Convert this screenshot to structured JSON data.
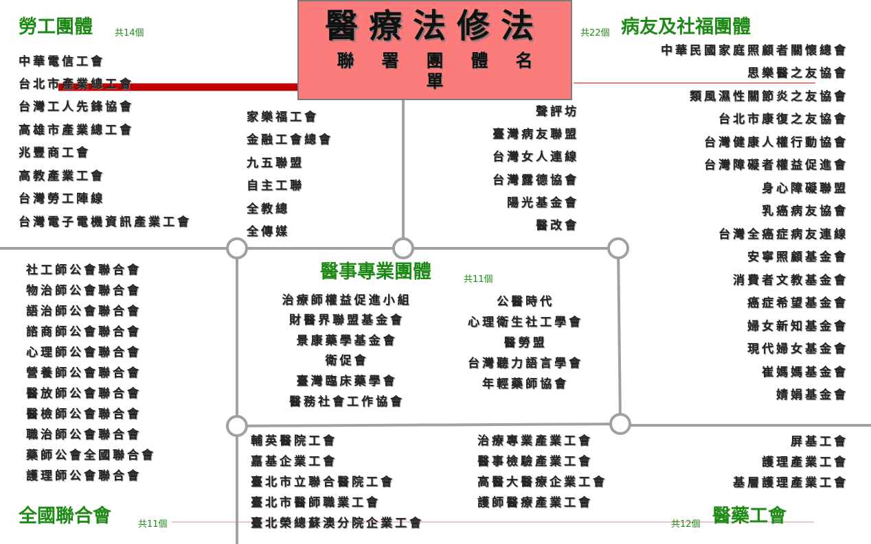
{
  "banner": {
    "title": "醫療法修法",
    "subtitle": "聯署團體名單"
  },
  "labor": {
    "title": "勞工團體",
    "count": "共14個",
    "col1": [
      "中華電信工會",
      "台北市產業總工會",
      "台灣工人先鋒協會",
      "高雄市產業總工會",
      "兆豐商工會",
      "高教產業工會",
      "台灣勞工陣線",
      "台灣電子電機資訊產業工會"
    ],
    "col2": [
      "家樂福工會",
      "金融工會總會",
      "九五聯盟",
      "自主工聯",
      "全教總",
      "全傳媒"
    ]
  },
  "patient": {
    "title": "病友及社福團體",
    "count": "共22個",
    "col1": [
      "聲評坊",
      "臺灣病友聯盟",
      "台灣女人連線",
      "台灣露德協會",
      "陽光基金會",
      "醫改會"
    ],
    "col2": [
      "中華民國家庭照顧者關懷總會",
      "思樂醫之友協會",
      "類風濕性關節炎之友協會",
      "台北市康復之友協會",
      "台灣健康人權行動協會",
      "台灣障礙者權益促進會",
      "身心障礙聯盟",
      "乳癌病友協會",
      "台灣全癌症病友連線",
      "安寧照顧基金會",
      "消費者文教基金會",
      "癌症希望基金會",
      "婦女新知基金會",
      "現代婦女基金會",
      "崔媽媽基金會",
      "婧娟基金會"
    ]
  },
  "medical": {
    "title": "醫事專業團體",
    "count": "共11個",
    "col1": [
      "治療師權益促進小組",
      "財醫界聯盟基金會",
      "景康藥學基金會",
      "衛促會",
      "臺灣臨床藥學會",
      "醫務社會工作協會"
    ],
    "col2": [
      "公醫時代",
      "心理衛生社工學會",
      "醫勞盟",
      "台灣聽力語言學會",
      "年輕藥師協會"
    ]
  },
  "national": {
    "title": "全國聯合會",
    "count": "共11個",
    "items": [
      "社工師公會聯合會",
      "物治師公會聯合會",
      "語治師公會聯合會",
      "諮商師公會聯合會",
      "心理師公會聯合會",
      "營養師公會聯合會",
      "醫放師公會聯合會",
      "醫檢師公會聯合會",
      "職治師公會聯合會",
      "藥師公會全國聯合會",
      "護理師公會聯合會"
    ]
  },
  "union": {
    "title": "醫藥工會",
    "count": "共12個",
    "col1": [
      "輔英醫院工會",
      "嘉基企業工會",
      "臺北市立聯合醫院工會",
      "臺北市醫師職業工會",
      "臺北榮總蘇澳分院企業工會"
    ],
    "col2": [
      "治療專業產業工會",
      "醫事檢驗產業工會",
      "高醫大醫療企業工會",
      "護師醫療產業工會"
    ],
    "col3": [
      "屏基工會",
      "護理產業工會",
      "基層護理產業工會"
    ]
  },
  "colors": {
    "banner": "#fc7c7c",
    "title_green": "#1e8a16",
    "accent_red": "#c00000",
    "line_gray": "#a0a0a0"
  }
}
